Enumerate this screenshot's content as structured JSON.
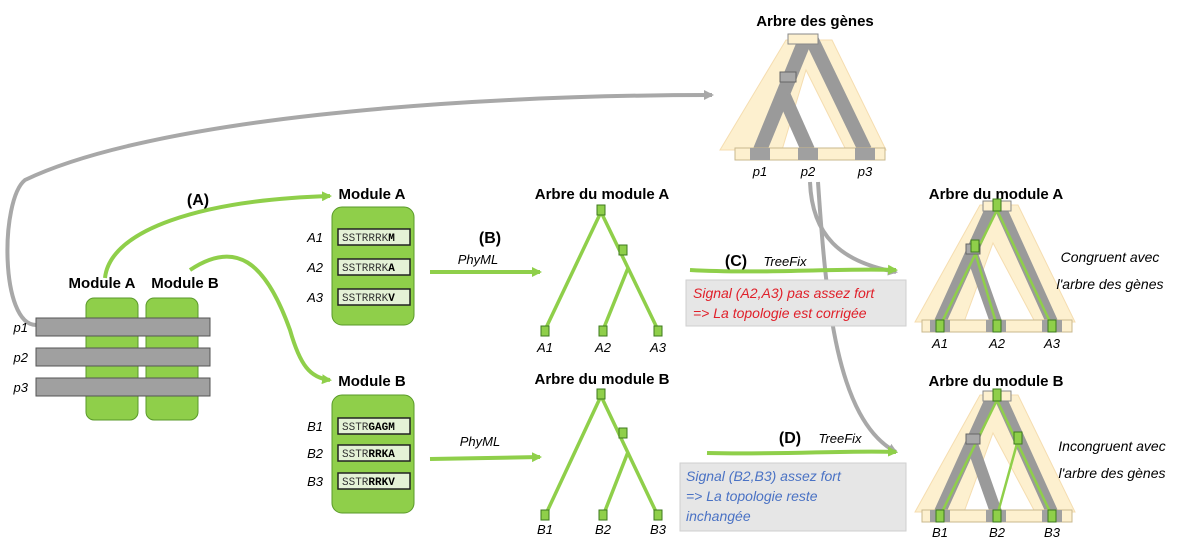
{
  "labels": {
    "gene_tree_title": "Arbre des gènes",
    "module_a": "Module A",
    "module_b": "Module B",
    "module_a_title": "Module A",
    "module_b_title": "Module B",
    "tree_a_title": "Arbre du module A",
    "tree_b_title": "Arbre du module B",
    "result_a_title": "Arbre du module A",
    "result_b_title": "Arbre du module B",
    "step_a": "(A)",
    "step_b": "(B)",
    "step_c": "(C)",
    "step_d": "(D)",
    "phyml_1": "PhyML",
    "phyml_2": "PhyML",
    "treefix_c": "TreeFix",
    "treefix_d": "TreeFix",
    "congruent_1": "Congruent avec",
    "congruent_2": "l'arbre des gènes",
    "incongruent_1": "Incongruent avec",
    "incongruent_2": "l'arbre des gènes"
  },
  "proteins": [
    "p1",
    "p2",
    "p3"
  ],
  "gene_leaves": [
    "p1",
    "p2",
    "p3"
  ],
  "module_a_seqs": [
    {
      "id": "A1",
      "prefix": "SSTRRRK",
      "bold": "M"
    },
    {
      "id": "A2",
      "prefix": "SSTRRRK",
      "bold": "A"
    },
    {
      "id": "A3",
      "prefix": "SSTRRRK",
      "bold": "V"
    }
  ],
  "module_b_seqs": [
    {
      "id": "B1",
      "prefix": "SSTR",
      "bold": "GAGM"
    },
    {
      "id": "B2",
      "prefix": "SSTR",
      "bold": "RRKA"
    },
    {
      "id": "B3",
      "prefix": "SSTR",
      "bold": "RRKV"
    }
  ],
  "tree_a_leaves": [
    "A1",
    "A2",
    "A3"
  ],
  "tree_b_leaves": [
    "B1",
    "B2",
    "B3"
  ],
  "result_a_leaves": [
    "A1",
    "A2",
    "A3"
  ],
  "result_b_leaves": [
    "B1",
    "B2",
    "B3"
  ],
  "note_c": [
    "Signal (A2,A3) pas assez fort",
    "=> La topologie est corrigée"
  ],
  "note_d": [
    "Signal (B2,B3) assez fort",
    "=> La topologie reste",
    "inchangée"
  ],
  "colors": {
    "green": "#8fcf4a",
    "green_dark": "#3d7a1d",
    "gray": "#a0a0a0",
    "gray_dark": "#7a7a7a",
    "beige": "#fdf0cf",
    "note_bg": "#e6e6e6",
    "red_text": "#e0202a",
    "blue_text": "#4a72c4"
  }
}
